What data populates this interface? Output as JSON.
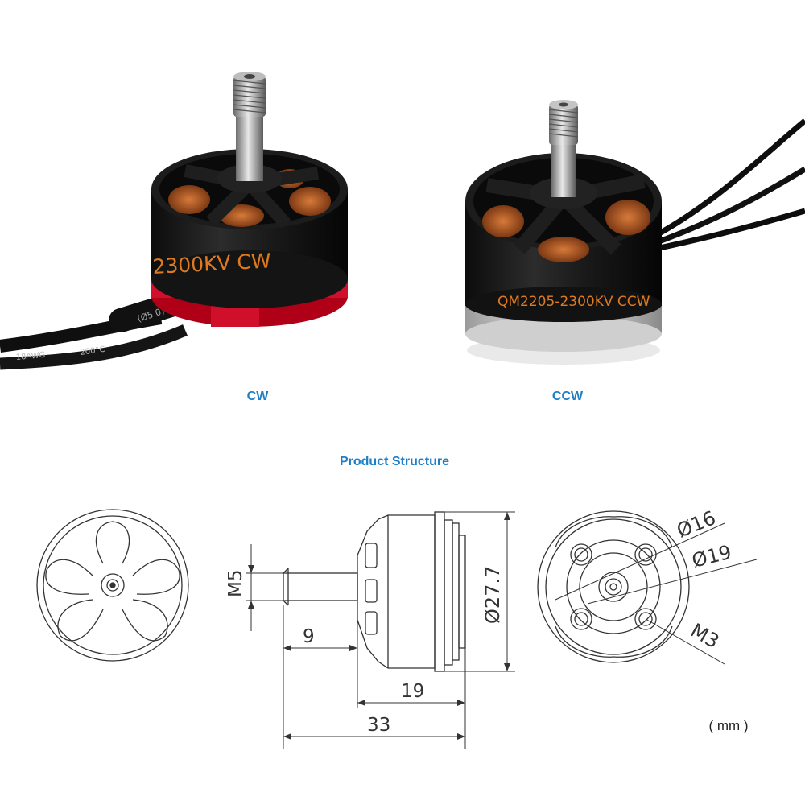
{
  "photos": {
    "cw": {
      "print": "2300KV CW",
      "cable_a": "18AWG",
      "cable_b": "200°C",
      "sleeve": "(Ø5.0)",
      "caption": "CW"
    },
    "ccw": {
      "print": "QM2205-2300KV CCW",
      "caption": "CCW"
    }
  },
  "section_title": "Product Structure",
  "dimensions": {
    "thread": "M5",
    "shaft_len": "9",
    "body_diam": "Ø27.7",
    "body_len": "19",
    "total_len": "33",
    "bolt_circle_a": "Ø16",
    "bolt_circle_b": "Ø19",
    "mount_screw": "M3"
  },
  "unit": "( mm )",
  "colors": {
    "caption": "#1f7fc4",
    "print_orange": "#e07a1f",
    "base_red": "#d0102a"
  }
}
